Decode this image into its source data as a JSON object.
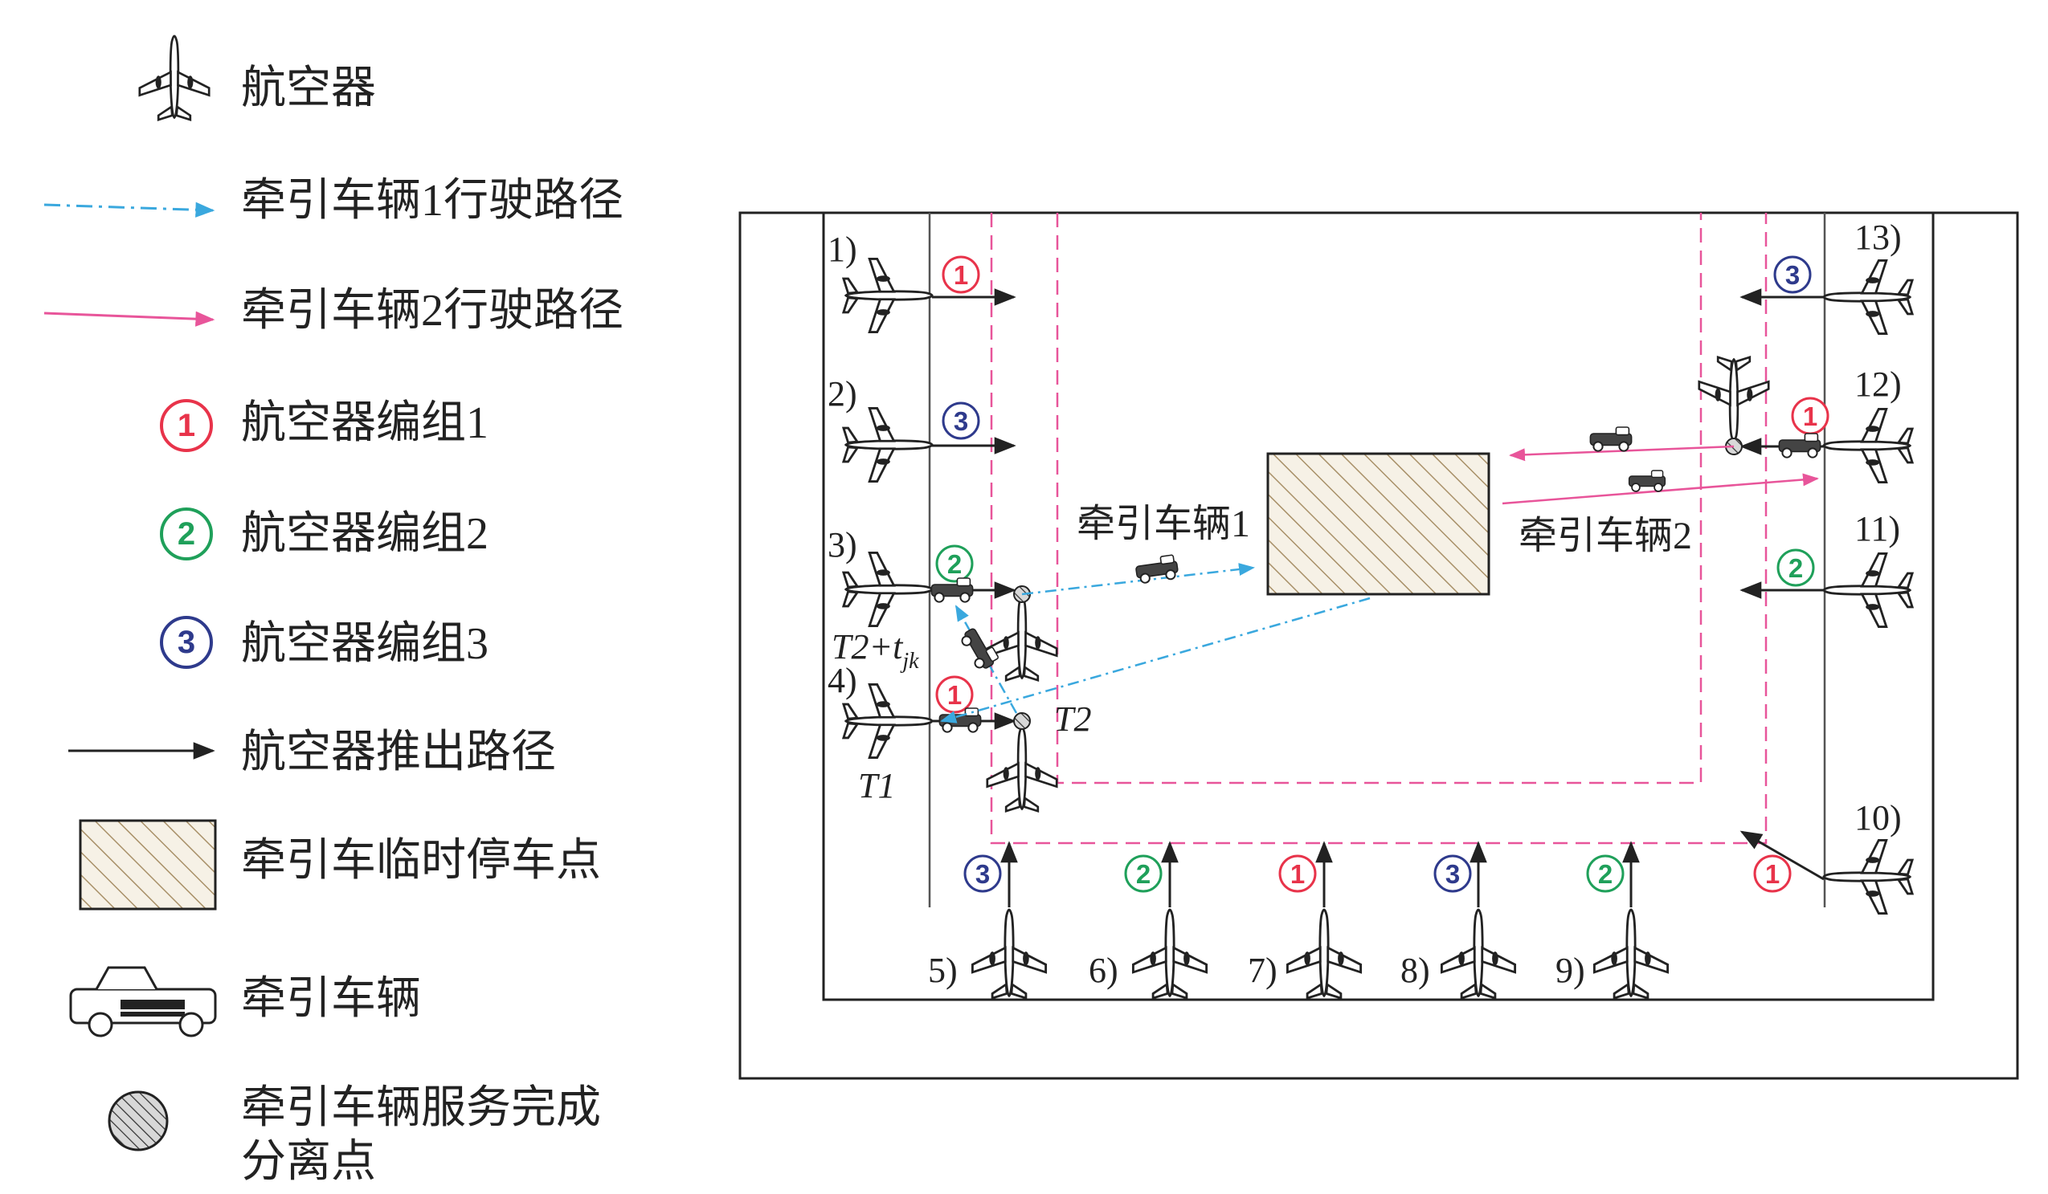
{
  "legend": {
    "aircraft": "航空器",
    "tug1_path": "牵引车辆1行驶路径",
    "tug2_path": "牵引车辆2行驶路径",
    "group1": "航空器编组1",
    "group2": "航空器编组2",
    "group3": "航空器编组3",
    "pushback_path": "航空器推出路径",
    "tug_stop": "牵引车临时停车点",
    "tug": "牵引车辆",
    "separation_line1": "牵引车辆服务完成",
    "separation_line2": "分离点"
  },
  "stands": {
    "s1": "1)",
    "s2": "2)",
    "s3": "3)",
    "s4": "4)",
    "s5": "5)",
    "s6": "6)",
    "s7": "7)",
    "s8": "8)",
    "s9": "9)",
    "s10": "10)",
    "s11": "11)",
    "s12": "12)",
    "s13": "13)"
  },
  "groups": {
    "g1": "1",
    "g2": "2",
    "g3": "3"
  },
  "labels": {
    "tug1": "牵引车辆1",
    "tug2": "牵引车辆2",
    "t2": "T2",
    "t1": "T1",
    "t2tjk_base": "T2+t",
    "t2tjk_sub": "jk"
  },
  "colors": {
    "tug1": "#3aa8de",
    "tug2": "#e8559a",
    "group1": "#e8334a",
    "group2": "#1fa05a",
    "group3": "#2e3a8c",
    "hatch": "#a89068",
    "taxi_line": "#e8559a",
    "ink": "#222222"
  }
}
